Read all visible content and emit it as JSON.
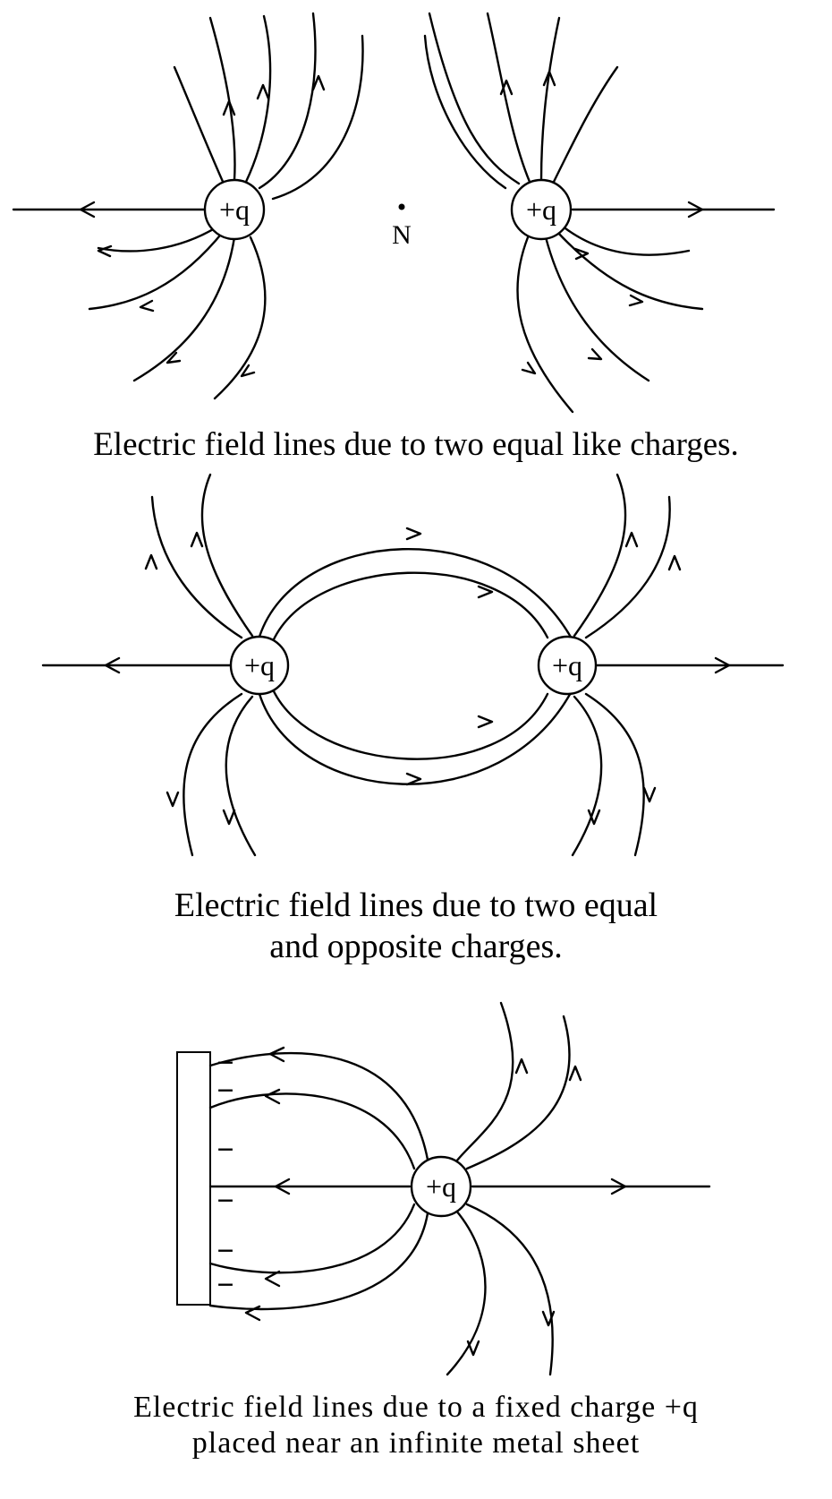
{
  "figure1": {
    "charge_left": "+q",
    "charge_right": "+q",
    "point_label": "N",
    "caption": "Electric field lines due to two equal like charges."
  },
  "figure2": {
    "charge_left": "+q",
    "charge_right": "+q",
    "caption_line1": "Electric field lines due to two equal",
    "caption_line2": "and opposite charges."
  },
  "figure3": {
    "charge": "+q",
    "sheet_sign": "−",
    "caption_line1": "Electric field lines due to a fixed charge +q",
    "caption_line2": "placed near an infinite metal sheet"
  }
}
